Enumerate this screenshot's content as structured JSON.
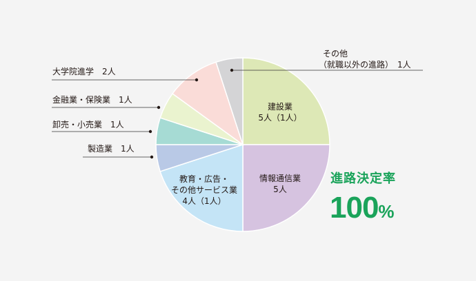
{
  "chart_data": {
    "type": "pie",
    "start": "top",
    "direction": "clockwise",
    "slices": [
      {
        "name": "建設業",
        "label": "建設業",
        "value": 5,
        "value_text": "5人（1人）",
        "color": "#dde8b6"
      },
      {
        "name": "情報通信業",
        "label": "情報通信業",
        "value": 5,
        "value_text": "5人",
        "color": "#d6c3e0"
      },
      {
        "name": "教育・広告・その他サービス業",
        "label": "教育・広告・\nその他サービス業",
        "value": 4,
        "value_text": "4人（1人）",
        "color": "#c4e4f6"
      },
      {
        "name": "製造業",
        "label": "製造業　1人",
        "value": 1,
        "color": "#b9c9e6"
      },
      {
        "name": "卸売・小売業",
        "label": "卸売・小売業　1人",
        "value": 1,
        "color": "#a6dbd4"
      },
      {
        "name": "金融業・保険業",
        "label": "金融業・保険業　1人",
        "value": 1,
        "color": "#eaf3cf"
      },
      {
        "name": "大学院進学",
        "label": "大学院進学　2人",
        "value": 2,
        "color": "#fadcd8"
      },
      {
        "name": "その他（就職以外の進路）",
        "label_line1": "その他",
        "label_line2": "（就職以外の進路）　1人",
        "value": 1,
        "color": "#d4d4d6"
      }
    ]
  },
  "summary": {
    "title": "進路決定率",
    "value": "100",
    "unit": "%",
    "color": "#1aa35a"
  }
}
